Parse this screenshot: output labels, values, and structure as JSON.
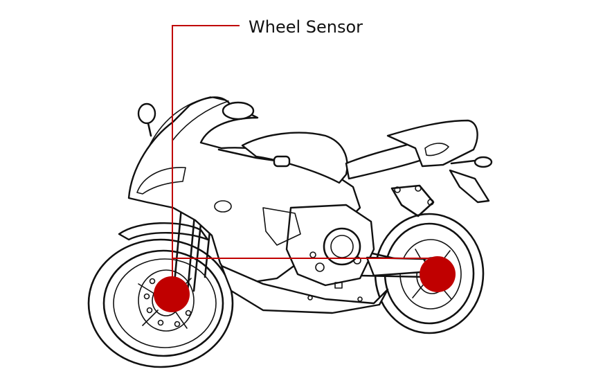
{
  "title": "Wheel Sensor",
  "colors": {
    "accent": "#c00000",
    "line": "#111111",
    "background": "#ffffff"
  },
  "parts": {
    "front_sensor": "front-wheel-sensor",
    "rear_sensor": "rear-wheel-sensor"
  }
}
